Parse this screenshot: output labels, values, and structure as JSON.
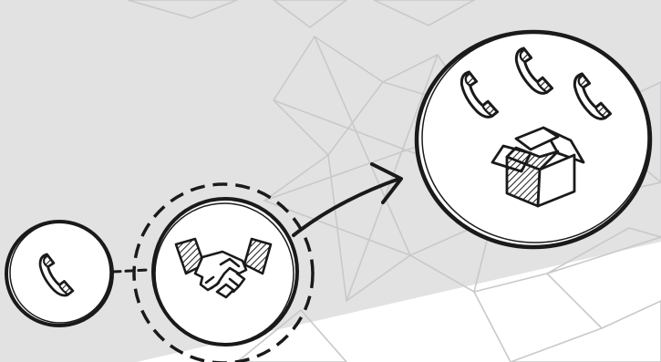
{
  "colors": {
    "background_gray": "#e2e2e3",
    "background_white": "#ffffff",
    "pattern_stroke": "#c9c9cb",
    "ink": "#1a1a1a",
    "circle_fill": "#ffffff"
  },
  "diagram": {
    "nodes": [
      {
        "id": "single-call",
        "icons": [
          "phone-icon"
        ]
      },
      {
        "id": "deal",
        "icons": [
          "handshake-icon"
        ],
        "ring": "dashed"
      },
      {
        "id": "multiple-calls-package",
        "icons": [
          "phone-icon",
          "phone-icon",
          "phone-icon",
          "box-icon"
        ]
      }
    ],
    "edges": [
      {
        "from": "single-call",
        "to": "deal",
        "style": "dashed-line"
      },
      {
        "from": "deal",
        "to": "multiple-calls-package",
        "style": "curved-arrow"
      }
    ]
  }
}
